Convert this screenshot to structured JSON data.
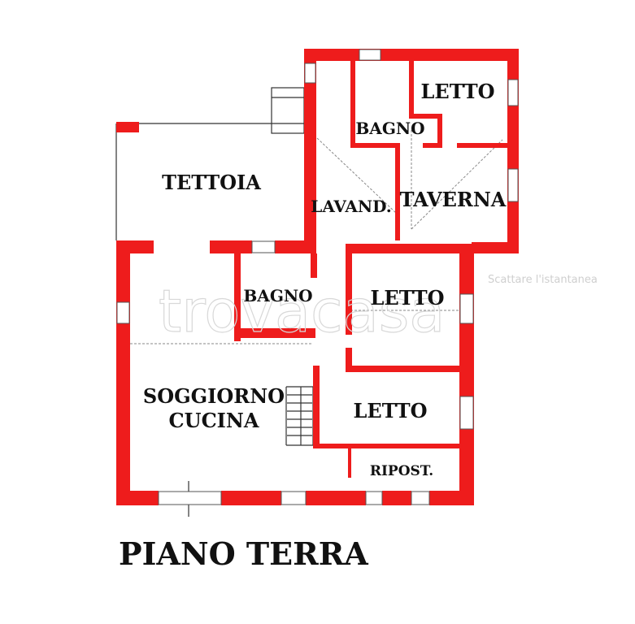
{
  "floor_title": "PIANO TERRA",
  "rooms": {
    "tettoia": "TETTOIA",
    "bagno_upper": "BAGNO",
    "letto_upper": "LETTO",
    "lavanderia": "LAVAND.",
    "taverna": "TAVERNA",
    "bagno_middle": "BAGNO",
    "letto_middle": "LETTO",
    "soggiorno_line1": "SOGGIORNO",
    "soggiorno_line2": "CUCINA",
    "letto_lower": "LETTO",
    "ripostiglio": "RIPOST."
  },
  "watermark": {
    "brand": "trovacasa",
    "hint": "Scattare l'istantanea"
  },
  "colors": {
    "walls": "#ee1c1c",
    "text": "#111111",
    "background": "#ffffff"
  }
}
